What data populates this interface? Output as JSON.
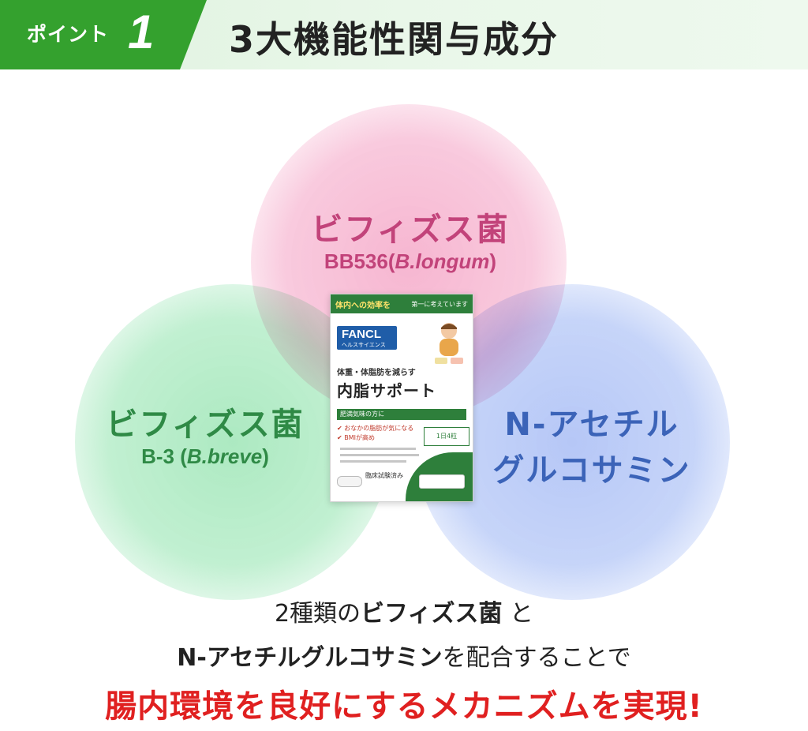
{
  "header": {
    "point_label": "ポイント",
    "point_number": "1",
    "title": "3大機能性関与成分"
  },
  "circles": {
    "pink": {
      "title": "ビフィズス菌",
      "sub_prefix": "BB536(",
      "sub_italic": "B.longum",
      "sub_suffix": ")"
    },
    "green": {
      "title": "ビフィズス菌",
      "sub_prefix": "B-3 (",
      "sub_italic": "B.breve",
      "sub_suffix": ")"
    },
    "blue": {
      "line1": "N-アセチル",
      "line2": "グルコサミン"
    }
  },
  "package": {
    "top_left": "体内への効率を",
    "top_right": "第一に考えています",
    "brand": "FANCL",
    "brand_sub": "ヘルスサイエンス",
    "subtitle": "体重・体脂肪を減らす",
    "name": "内脂サポート",
    "band": "肥満気味の方に",
    "check1": "おなかの脂肪が気になる",
    "check2": "BMIが高め",
    "dose": "1日4粒",
    "clinic": "臨床試験済み"
  },
  "bottom": {
    "line1_a": "2種類の",
    "line1_b": "ビフィズス菌",
    "line1_c": " と",
    "line2_a": "N-アセチルグルコサミン",
    "line2_b": "を配合することで",
    "line3": "腸内環境を良好にするメカニズムを実現!"
  },
  "colors": {
    "green": "#34a12e",
    "pink_text": "#c2437a",
    "green_text": "#2f8a46",
    "blue_text": "#3b63b8",
    "highlight_red": "#e02020"
  }
}
